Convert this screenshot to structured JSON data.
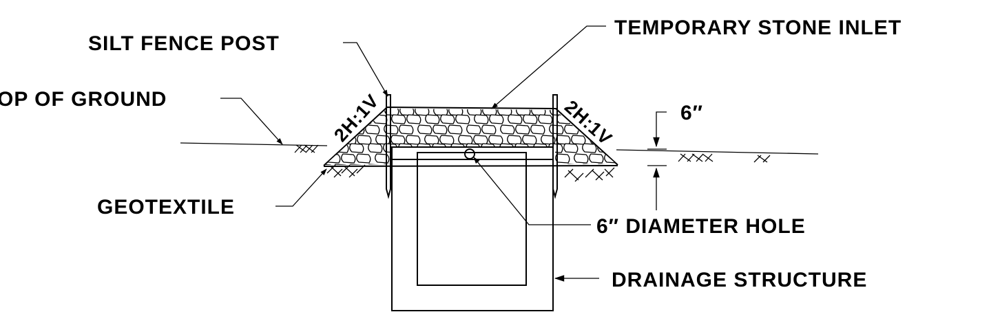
{
  "labels": {
    "silt_fence_post": "SILT FENCE POST",
    "temporary_stone_inlet": "TEMPORARY STONE INLET",
    "top_of_ground": "OP OF GROUND",
    "slope_left": "2H:1V",
    "slope_right": "2H:1V",
    "dim_six_inch": "6″",
    "geotextile": "GEOTEXTILE",
    "six_inch_diameter_hole": "6″ DIAMETER HOLE",
    "drainage_structure": "DRAINAGE STRUCTURE"
  },
  "colors": {
    "ink": "#000000",
    "paper": "#ffffff"
  }
}
